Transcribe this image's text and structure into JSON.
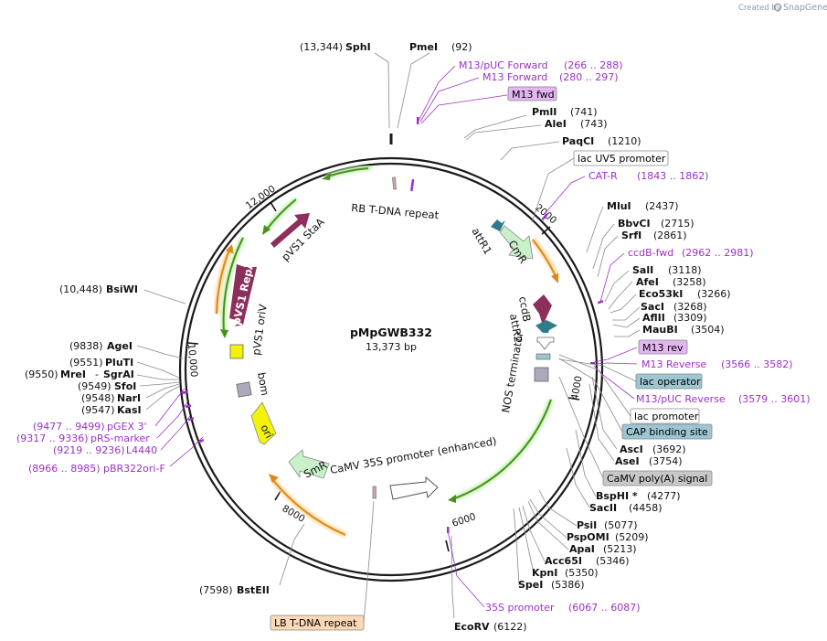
{
  "header": {
    "created_by": "Created by",
    "brand": "SnapGene"
  },
  "plasmid": {
    "name": "pMpGWB332",
    "size": "13,373 bp"
  },
  "tick_labels": [
    "2000",
    "4000",
    "6000",
    "8000",
    "10,000",
    "12,000"
  ],
  "enzymes": {
    "sphI": {
      "pos": "(13,344)",
      "name": "SphI"
    },
    "pmeI": {
      "name": "PmeI",
      "pos": "(92)"
    },
    "pmlI": {
      "name": "PmlI",
      "pos": "(741)"
    },
    "aleI": {
      "name": "AleI",
      "pos": "(743)"
    },
    "paqCI": {
      "name": "PaqCI",
      "pos": "(1210)"
    },
    "mluI": {
      "name": "MluI",
      "pos": "(2437)"
    },
    "bbvCI": {
      "name": "BbvCI",
      "pos": "(2715)"
    },
    "srfI": {
      "name": "SrfI",
      "pos": "(2861)"
    },
    "salI": {
      "name": "SalI",
      "pos": "(3118)"
    },
    "afeI": {
      "name": "AfeI",
      "pos": "(3258)"
    },
    "eco53kI": {
      "name": "Eco53kI",
      "pos": "(3266)"
    },
    "sacI": {
      "name": "SacI",
      "pos": "(3268)"
    },
    "aflII": {
      "name": "AflII",
      "pos": "(3309)"
    },
    "mauBI": {
      "name": "MauBI",
      "pos": "(3504)"
    },
    "ascI": {
      "name": "AscI",
      "pos": "(3692)"
    },
    "aseI": {
      "name": "AseI",
      "pos": "(3754)"
    },
    "bspHI": {
      "name": "BspHI *",
      "pos": "(4277)"
    },
    "sacII": {
      "name": "SacII",
      "pos": "(4458)"
    },
    "psiI": {
      "name": "PsiI",
      "pos": "(5077)"
    },
    "pspOMI": {
      "name": "PspOMI",
      "pos": "(5209)"
    },
    "apaI": {
      "name": "ApaI",
      "pos": "(5213)"
    },
    "acc65I": {
      "name": "Acc65I",
      "pos": "(5346)"
    },
    "kpnI": {
      "name": "KpnI",
      "pos": "(5350)"
    },
    "speI": {
      "name": "SpeI",
      "pos": "(5386)"
    },
    "ecoRV": {
      "name": "EcoRV",
      "pos": "(6122)"
    },
    "bstEII": {
      "pos": "(7598)",
      "name": "BstEII"
    },
    "bsiWI": {
      "pos": "(10,448)",
      "name": "BsiWI"
    },
    "ageI": {
      "pos": "(9838)",
      "name": "AgeI"
    },
    "pluTI": {
      "pos": "(9551)",
      "name": "PluTI"
    },
    "mreI": {
      "pos": "(9550)",
      "name": "MreI",
      "dash": "-",
      "name2": "SgrAI"
    },
    "sfoI": {
      "pos": "(9549)",
      "name": "SfoI"
    },
    "narI": {
      "pos": "(9548)",
      "name": "NarI"
    },
    "kasI": {
      "pos": "(9547)",
      "name": "KasI"
    }
  },
  "primers": {
    "m13puc_fwd": {
      "name": "M13/pUC Forward",
      "range": "(266 .. 288)"
    },
    "m13_fwd": {
      "name": "M13 Forward",
      "range": "(280 .. 297)"
    },
    "cat_r": {
      "name": "CAT-R",
      "range": "(1843 .. 1862)"
    },
    "ccdb_fwd": {
      "name": "ccdB-fwd",
      "range": "(2962 .. 2981)"
    },
    "m13_rev": {
      "name": "M13 Reverse",
      "range": "(3566 .. 3582)"
    },
    "m13puc_rev": {
      "name": "M13/pUC Reverse",
      "range": "(3579 .. 3601)"
    },
    "p35s": {
      "name": "35S promoter",
      "range": "(6067 .. 6087)"
    },
    "pgex3": {
      "range": "(9477 .. 9499)",
      "name": "pGEX 3'"
    },
    "prs_marker": {
      "range": "(9317 .. 9336)",
      "name": "pRS-marker"
    },
    "l4440": {
      "range": "(9219 .. 9236)",
      "name": "L4440"
    },
    "pbr322ori": {
      "range": "(8966 .. 8985)",
      "name": "pBR322ori-F"
    }
  },
  "boxes": {
    "m13_fwd": "M13 fwd",
    "lac_uv5": "lac UV5 promoter",
    "m13_rev": "M13 rev",
    "lac_operator": "lac operator",
    "lac_promoter": "lac promoter",
    "cap_site": "CAP binding site",
    "camv_polya": "CaMV poly(A) signal",
    "lb_tdna": "LB T-DNA repeat"
  },
  "features": {
    "rb_tdna": "RB T-DNA repeat",
    "attr1": "attR1",
    "cmr": "CmR",
    "ccdb": "ccdB",
    "attr2": "attR2",
    "nos_term": "NOS terminator",
    "camv35s": "CaMV 35S promoter (enhanced)",
    "smr": "SmR",
    "ori": "ori",
    "bom": "bom",
    "pvs1_oriv": "pVS1 oriV",
    "pvs1_repa": "pVS1 RepA",
    "pvs1_staa": "pVS1 StaA"
  },
  "colors": {
    "purple_primer": "#9b30c8",
    "m13_box": "#e3b6f2",
    "lac_operator_box": "#9bc6d2",
    "cap_box": "#9bc6d2",
    "polya_box": "#c8c8c8",
    "lb_box": "#fcd9b6",
    "pvs1": "#8c2f5a",
    "cmr": "#c9f1c9",
    "attr": "#2f7c8c",
    "ori": "#f2f20a",
    "orf_arrow_green": "#4a8f1f",
    "orf_arrow_orange": "#d98a1f"
  }
}
